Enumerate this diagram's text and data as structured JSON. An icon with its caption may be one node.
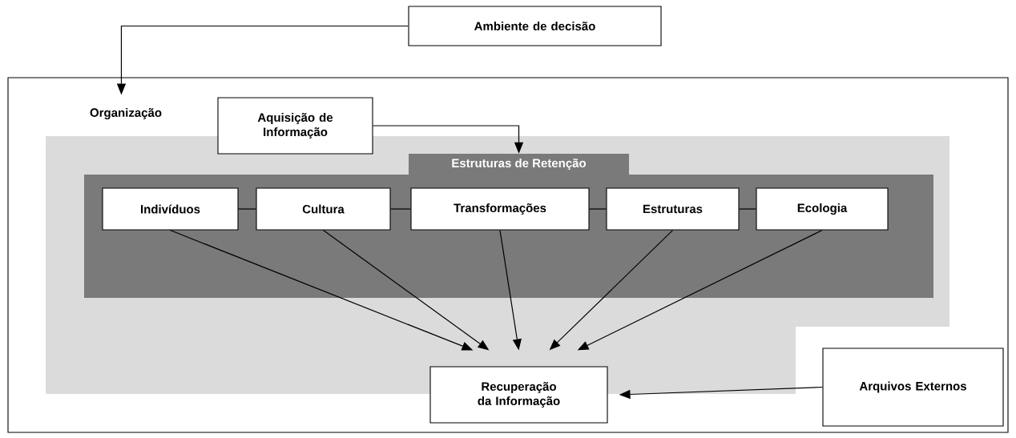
{
  "diagram": {
    "nodes": [
      {
        "text": [
          "Ambiente de decisão"
        ]
      },
      {
        "text": [
          "Organização"
        ]
      },
      {
        "text": [
          "Aquisição de Informação"
        ],
        "in": 1
      },
      {
        "text": [
          "Estruturas de Retenção"
        ],
        "in": 1
      },
      {
        "text": [
          "Indivíduos"
        ],
        "in": 3
      },
      {
        "text": [
          "Cultura"
        ],
        "in": 3
      },
      {
        "text": [
          "Transformações"
        ],
        "in": 3
      },
      {
        "text": [
          "Estruturas"
        ],
        "in": 3
      },
      {
        "text": [
          "Ecologia"
        ],
        "in": 3
      },
      {
        "text": [
          "Recuperação da Informação"
        ],
        "in": 1
      },
      {
        "text": [
          "Arquivos Externos"
        ],
        "in": 1
      }
    ],
    "edges": [
      {
        "from": 0,
        "to": 1,
        "arrow": "to"
      },
      {
        "from": 2,
        "to": 3,
        "arrow": "to"
      },
      {
        "from": 4,
        "to": 5,
        "arrow": "none"
      },
      {
        "from": 5,
        "to": 6,
        "arrow": "none"
      },
      {
        "from": 6,
        "to": 7,
        "arrow": "none"
      },
      {
        "from": 7,
        "to": 8,
        "arrow": "none"
      },
      {
        "from": 4,
        "to": 9,
        "arrow": "to"
      },
      {
        "from": 5,
        "to": 9,
        "arrow": "to"
      },
      {
        "from": 6,
        "to": 9,
        "arrow": "to"
      },
      {
        "from": 7,
        "to": 9,
        "arrow": "to"
      },
      {
        "from": 8,
        "to": 9,
        "arrow": "to"
      },
      {
        "from": 10,
        "to": 9,
        "arrow": "to"
      }
    ]
  }
}
